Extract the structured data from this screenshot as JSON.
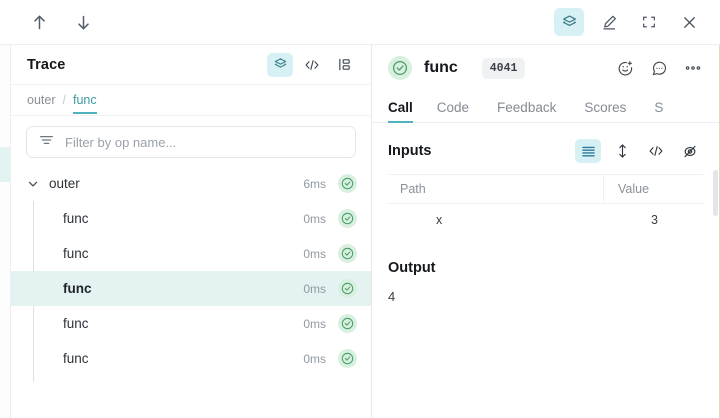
{
  "topbar": {
    "nav_up": "arrow-up",
    "nav_down": "arrow-down",
    "actions": [
      {
        "icon": "layers-icon",
        "active": true
      },
      {
        "icon": "highlighter-pen-icon",
        "active": false
      },
      {
        "icon": "fullscreen-expand-icon",
        "active": false
      },
      {
        "icon": "close-x-icon",
        "active": false
      }
    ]
  },
  "trace": {
    "title": "Trace",
    "view_icons": [
      {
        "icon": "layers-icon",
        "active": true
      },
      {
        "icon": "code-icon",
        "active": false
      },
      {
        "icon": "tree-view-icon",
        "active": false
      }
    ],
    "breadcrumb": {
      "root": "outer",
      "separator": "/",
      "current": "func"
    },
    "filter": {
      "placeholder": "Filter by op name...",
      "value": "",
      "icon": "filter-lines-icon"
    },
    "rows": [
      {
        "label": "outer",
        "duration": "6ms",
        "depth": 0,
        "expanded": true,
        "selected": false,
        "status": "success"
      },
      {
        "label": "func",
        "duration": "0ms",
        "depth": 1,
        "expanded": false,
        "selected": false,
        "status": "success"
      },
      {
        "label": "func",
        "duration": "0ms",
        "depth": 1,
        "expanded": false,
        "selected": false,
        "status": "success"
      },
      {
        "label": "func",
        "duration": "0ms",
        "depth": 1,
        "expanded": false,
        "selected": true,
        "status": "success"
      },
      {
        "label": "func",
        "duration": "0ms",
        "depth": 1,
        "expanded": false,
        "selected": false,
        "status": "success"
      },
      {
        "label": "func",
        "duration": "0ms",
        "depth": 1,
        "expanded": false,
        "selected": false,
        "status": "success"
      }
    ]
  },
  "detail": {
    "title": "func",
    "badge": "4041",
    "status": "success",
    "head_icons": [
      {
        "icon": "add-reaction-icon"
      },
      {
        "icon": "comment-icon"
      },
      {
        "icon": "more-options-icon"
      }
    ],
    "tabs": [
      {
        "label": "Call",
        "active": true
      },
      {
        "label": "Code",
        "active": false
      },
      {
        "label": "Feedback",
        "active": false
      },
      {
        "label": "Scores",
        "active": false
      },
      {
        "label": "S",
        "active": false
      }
    ],
    "inputs": {
      "title": "Inputs",
      "view_icons": [
        {
          "icon": "list-view-icon",
          "active": true
        },
        {
          "icon": "expand-rows-icon",
          "active": false
        },
        {
          "icon": "code-icon",
          "active": false
        },
        {
          "icon": "hide-eye-icon",
          "active": false
        }
      ],
      "columns": [
        "Path",
        "Value"
      ],
      "rows": [
        {
          "path": "x",
          "value": "3"
        }
      ]
    },
    "output": {
      "title": "Output",
      "value": "4"
    }
  },
  "colors": {
    "accent_teal": "#4fb3bf",
    "accent_bg": "#d7f0f3",
    "selected_row": "#e4f3f1",
    "status_green_bg": "#d8f0df",
    "status_green": "#4c9c6a"
  }
}
